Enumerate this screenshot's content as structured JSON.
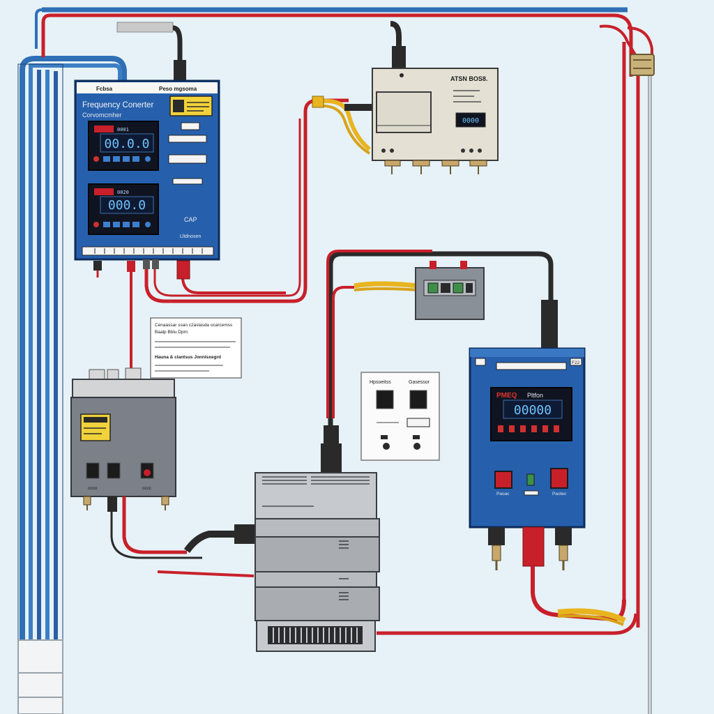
{
  "colors": {
    "background": "#e6f2f7",
    "wire_red": "#c8202a",
    "wire_blue": "#2f6fb6",
    "wire_black": "#2a2a2a",
    "wire_yellow": "#e8b420",
    "panel_blue": "#2660ad",
    "panel_beige": "#e4e1d4",
    "panel_grey": "#7b8089",
    "lcd_bg": "#101420",
    "lcd_digits": "#6fc3ff"
  },
  "converter": {
    "title": "Frequency Conerter",
    "subtitle": "Corvomcmher",
    "top_left_label": "Fcbsa",
    "top_right_label": "Peso mgsoma",
    "display_1_value": "00.0.0",
    "display_1_tag": "0001",
    "display_2_value": "000.0",
    "display_2_tag": "0020",
    "side_label_cap": "CAP",
    "side_label_bottom": "Lltdnosen"
  },
  "controller_top": {
    "title": "ATSN BOS8.",
    "lcd_value": "0000"
  },
  "label_card": {
    "line_1": "Cenaassar ssan  c2aslasda ocarcemss",
    "line_2": "Baalp      Bblu  Dpm:",
    "line_3": "Hauna & clantsus Jonnlsxegrd"
  },
  "switch_panel": {
    "label_left": "Hpsoeitss",
    "label_right": "Gasessor"
  },
  "vfd_right": {
    "top_label": "F22",
    "brand": "PMEQ",
    "model": "Pltfon",
    "lcd_value": "00000",
    "button_left_label": "Paoac",
    "button_right_label": "Paotec"
  },
  "psu": {
    "label_left": "ccco",
    "label_right": "cccc"
  }
}
